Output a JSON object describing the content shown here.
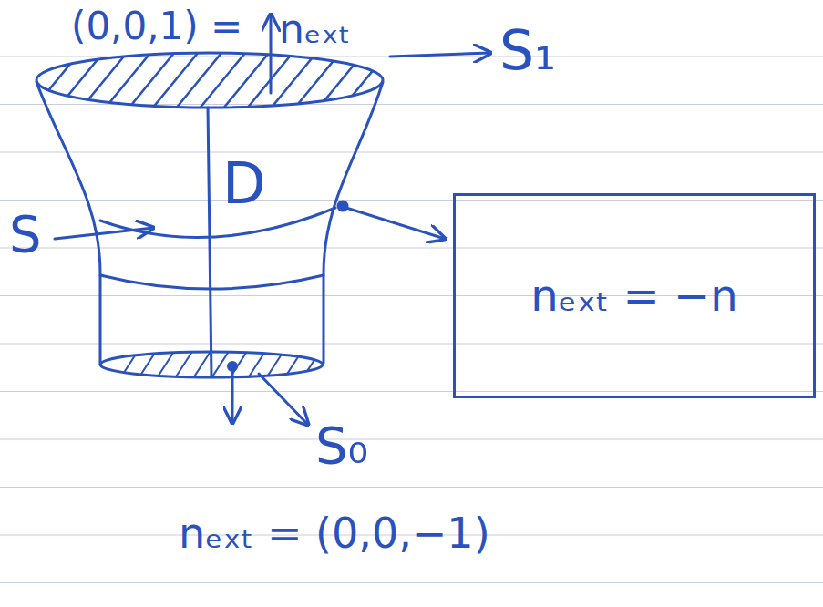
{
  "diagram": {
    "nodes": [
      {
        "text": [
          "nₑₓₜ = −n"
        ]
      }
    ],
    "labels": [
      "(0,0,1) =",
      "nₑₓₜ",
      "S₁",
      "S",
      "D",
      "S₀",
      "nₑₓₜ = (0,0,−1)"
    ]
  }
}
